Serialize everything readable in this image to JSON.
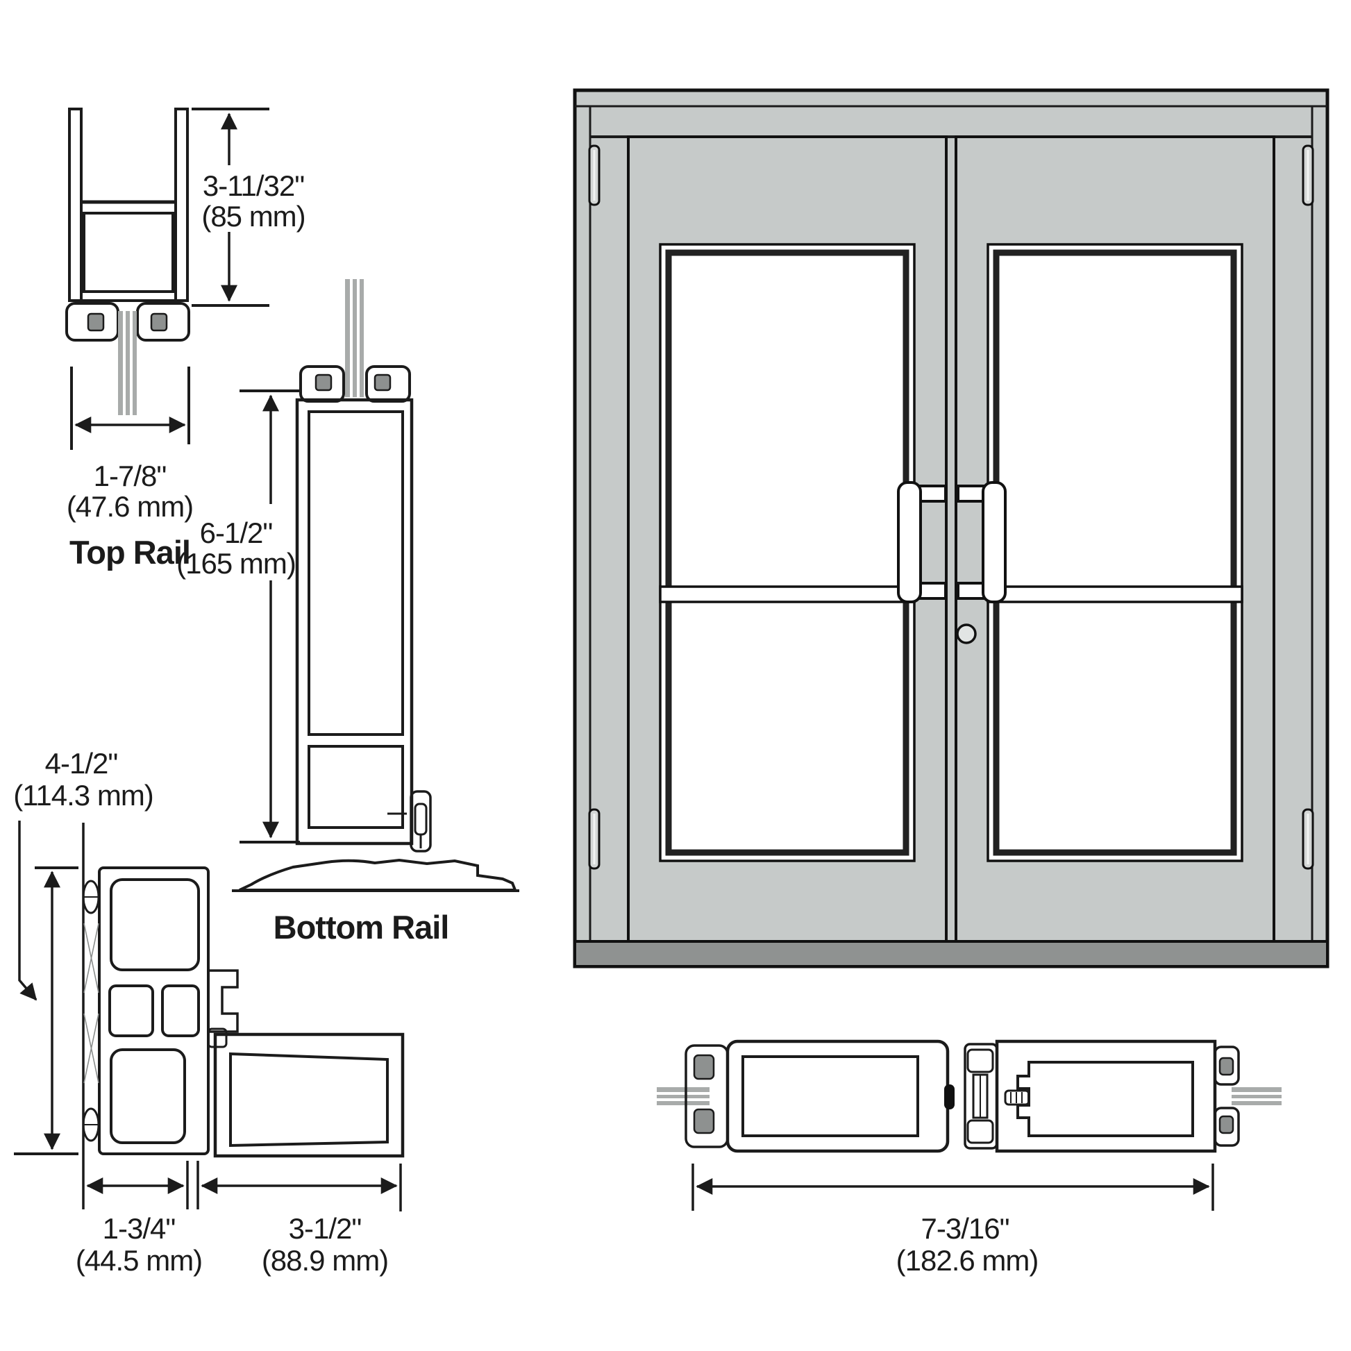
{
  "drawing": {
    "type": "architectural-section-and-elevation",
    "subject": "storefront double door with rail profiles"
  },
  "details": {
    "top_rail": {
      "label": "Top Rail",
      "height_dim": {
        "imperial": "3-11/32\"",
        "metric": "(85 mm)"
      },
      "width_dim": {
        "imperial": "1-7/8\"",
        "metric": "(47.6 mm)"
      }
    },
    "bottom_rail": {
      "label": "Bottom Rail",
      "height_dim": {
        "imperial": "6-1/2\"",
        "metric": "(165 mm)"
      }
    },
    "jamb_corner": {
      "depth_dim": {
        "imperial": "4-1/2\"",
        "metric": "(114.3 mm)"
      },
      "jamb_width_dim": {
        "imperial": "1-3/4\"",
        "metric": "(44.5 mm)"
      },
      "stile_width_dim": {
        "imperial": "3-1/2\"",
        "metric": "(88.9 mm)"
      }
    },
    "meeting_stiles": {
      "pair_width_dim": {
        "imperial": "7-3/16\"",
        "metric": "(182.6 mm)"
      }
    }
  },
  "elevation": {
    "doors": 2,
    "hinges_per_side": 2,
    "pull_handles": 2,
    "lock_cylinders": 1,
    "mid_rail": true
  },
  "colors": {
    "line": "#1b1b1b",
    "door_gray": "#c6cac9",
    "threshold_gray": "#8f9291",
    "hinge_gray": "#d4d7d6",
    "glass_white": "#ffffff",
    "section_glass_gray": "#a8abaa",
    "gasket_gray": "#8e9190"
  }
}
